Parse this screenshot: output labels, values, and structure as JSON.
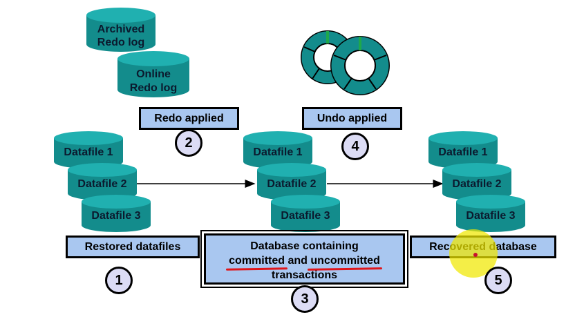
{
  "colors": {
    "cylinder": "#138c8c",
    "cylinder_top": "#20b0b0",
    "box_fill": "#a9c7f0",
    "step_fill": "#dcdcf5",
    "underline": "#e0151a",
    "highlight": "#f0e800"
  },
  "redo_logs": {
    "archived": [
      "Archived",
      "Redo log"
    ],
    "online": [
      "Online",
      "Redo log"
    ]
  },
  "undo_icon": "undo-rings-icon",
  "labels": {
    "redo_applied": "Redo applied",
    "undo_applied": "Undo applied",
    "restored": "Restored datafiles",
    "recovered": "Recovered database",
    "middle_line1": "Database containing",
    "middle_committed": "committed",
    "middle_and": " and ",
    "middle_uncommitted": "uncommitted",
    "middle_line3": "transactions"
  },
  "datafiles": [
    "Datafile 1",
    "Datafile 2",
    "Datafile 3"
  ],
  "steps": [
    "1",
    "2",
    "3",
    "4",
    "5"
  ]
}
